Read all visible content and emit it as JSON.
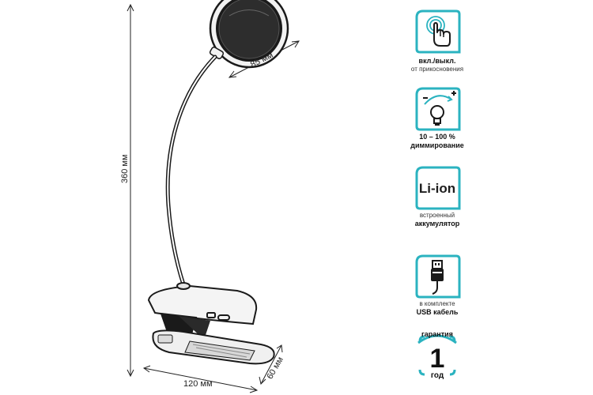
{
  "dimensions": {
    "height": "360 мм",
    "head": "85 мм",
    "width": "120 мм",
    "depth": "60 мм"
  },
  "features": {
    "touch": {
      "icon": "touch-hand-icon",
      "line1": "вкл./выкл.",
      "line2": "от прикосновения"
    },
    "dimming": {
      "icon": "bulb-dimming-icon",
      "range": "10 – 100 %",
      "label": "диммирование"
    },
    "battery": {
      "text": "Li-ion",
      "line1": "встроенный",
      "line2": "аккумулятор"
    },
    "usb": {
      "icon": "usb-cable-icon",
      "line1": "в комплекте",
      "line2": "USB кабель"
    },
    "warranty": {
      "top": "гарантия",
      "number": "1",
      "bottom": "год"
    }
  },
  "colors": {
    "accent": "#2bb3c0",
    "line": "#1a1a1a"
  }
}
